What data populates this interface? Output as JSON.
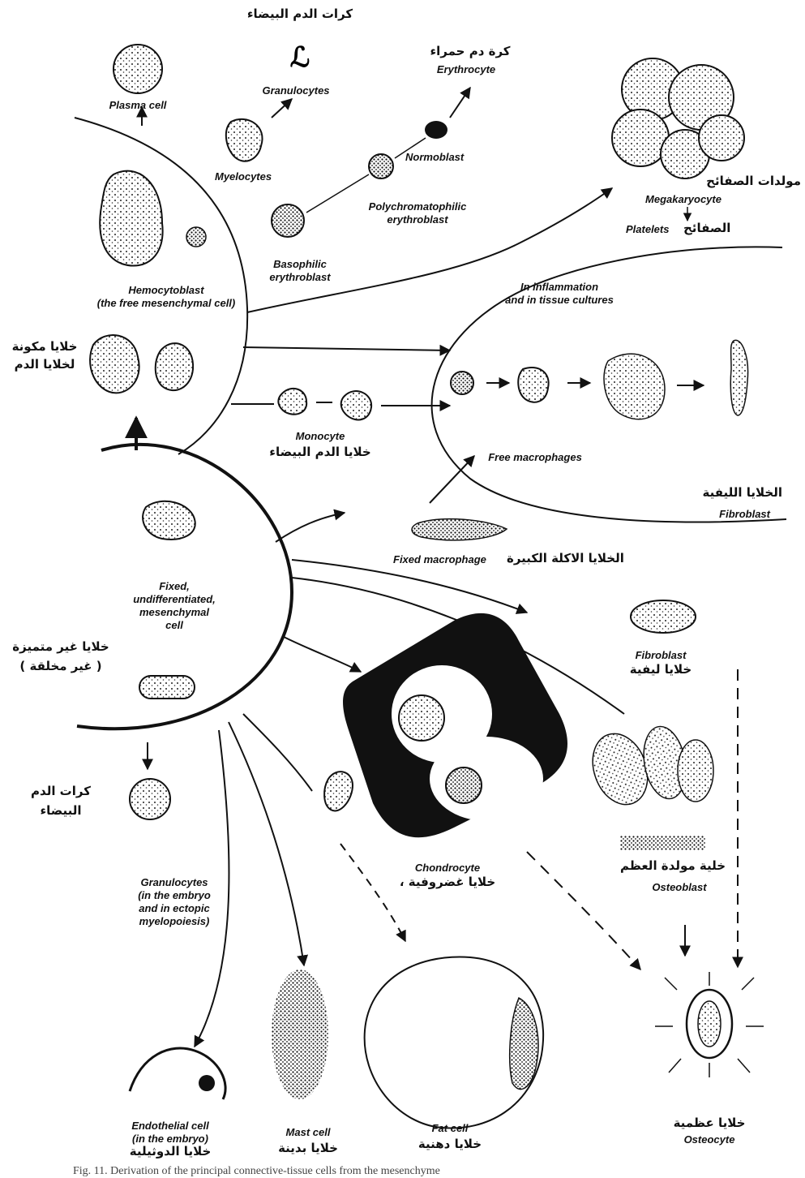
{
  "figure_caption": "Fig. 11. Derivation of the principal connective-tissue cells from the mesenchyme",
  "labels": {
    "plasma_cell": "Plasma cell",
    "granulocytes_top": "Granulocytes",
    "granulocytes_top_ar": "كرات الدم البيضاء",
    "erythrocyte": "Erythrocyte",
    "erythrocyte_ar": "كرة دم حمراء",
    "myelocytes": "Myelocytes",
    "normoblast": "Normoblast",
    "polychromatophilic_l1": "Polychromatophilic",
    "polychromatophilic_l2": "erythroblast",
    "basophilic_l1": "Basophilic",
    "basophilic_l2": "erythroblast",
    "megakaryocyte": "Megakaryocyte",
    "megakaryocyte_ar": "مولدات الصفائح",
    "platelets": "Platelets",
    "platelets_ar": "الصفائح",
    "hemocytoblast_l1": "Hemocytoblast",
    "hemocytoblast_l2": "(the free mesenchymal cell)",
    "hemocytoblast_ar_l1": "خلايا مكونة",
    "hemocytoblast_ar_l2": "لخلايا الدم",
    "inflammation_l1": "In inflammation",
    "inflammation_l2": "and in tissue cultures",
    "monocyte": "Monocyte",
    "monocyte_ar": "خلايا الدم البيضاء",
    "free_macrophages": "Free macrophages",
    "fibroblast_top_ar": "الخلايا الليفية",
    "fibroblast_top": "Fibroblast",
    "fixed_macrophage": "Fixed macrophage",
    "fixed_macrophage_ar": "الخلايا الاكلة الكبيرة",
    "mesenchymal_l1": "Fixed,",
    "mesenchymal_l2": "undifferentiated,",
    "mesenchymal_l3": "mesenchymal",
    "mesenchymal_l4": "cell",
    "mesenchymal_ar_l1": "خلايا غير متميزة",
    "mesenchymal_ar_l2": "( غير مخلقة )",
    "fibroblast_mid": "Fibroblast",
    "fibroblast_mid_ar": "خلايا ليفية",
    "granulocytes_ar_l1": "كرات الدم",
    "granulocytes_ar_l2": "البيضاء",
    "granulocytes_l1": "Granulocytes",
    "granulocytes_l2": "(in the embryo",
    "granulocytes_l3": "and in ectopic",
    "granulocytes_l4": "myelopoiesis)",
    "chondrocyte": "Chondrocyte",
    "chondrocyte_ar": "خلايا غضروفية ،",
    "osteoblast_ar": "خلية مولدة العظم",
    "osteoblast": "Osteoblast",
    "endothelial_l1": "Endothelial cell",
    "endothelial_l2": "(in the embryo)",
    "endothelial_ar": "خلايا الدوثيلية",
    "mast_cell": "Mast cell",
    "mast_cell_ar": "خلايا بدينة",
    "fat_cell": "Fat cell",
    "fat_cell_ar": "خلايا دهنية",
    "osteocyte_ar": "خلايا عظمية",
    "osteocyte": "Osteocyte"
  }
}
